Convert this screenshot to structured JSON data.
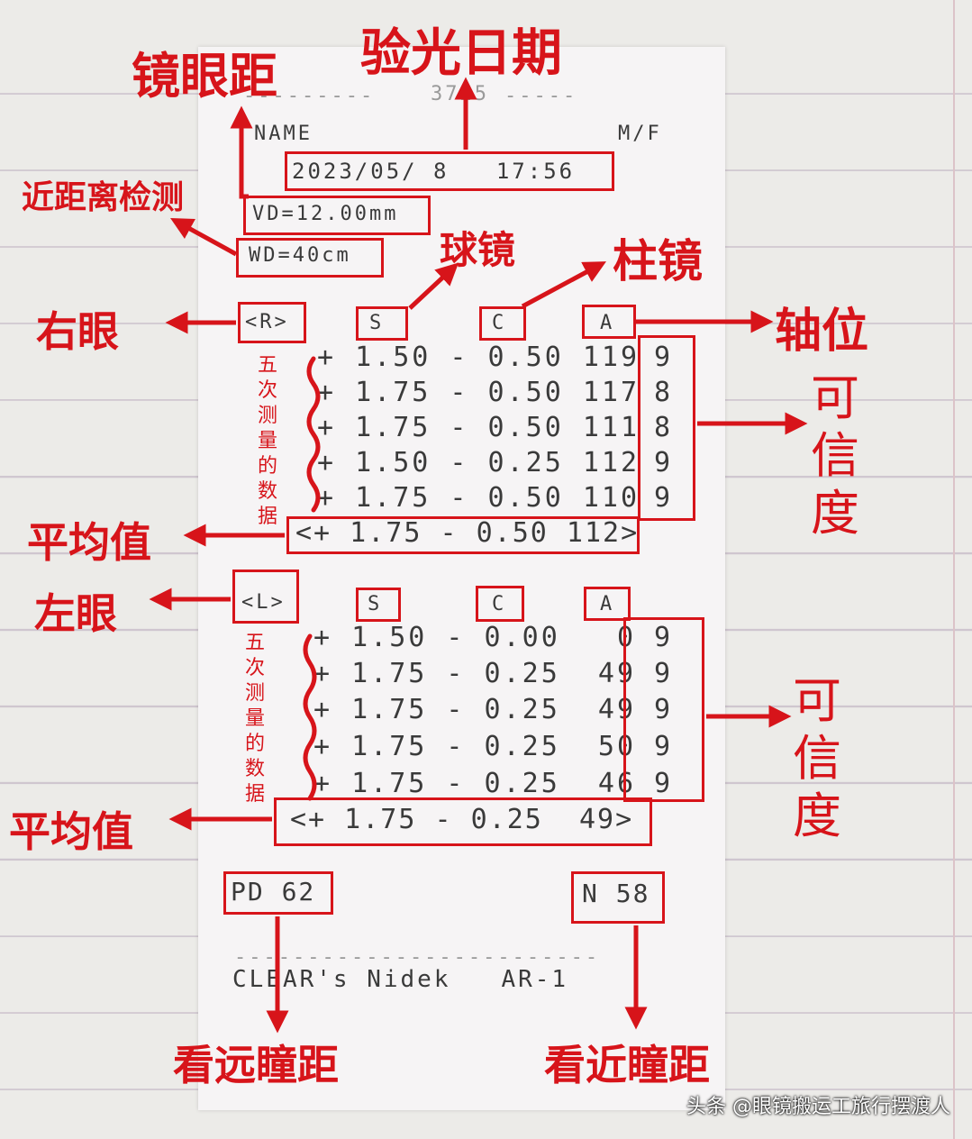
{
  "receipt": {
    "number": "3725",
    "name_label": "NAME",
    "mf_label": "M/F",
    "datetime": "2023/05/ 8   17:56",
    "vd": "VD=12.00mm",
    "wd": "WD=40cm",
    "right": {
      "tag": "<R>",
      "headers": {
        "s": "S",
        "c": "C",
        "a": "A"
      },
      "rows": [
        "+ 1.50 - 0.50 119",
        "+ 1.75 - 0.50 117",
        "+ 1.75 - 0.50 111",
        "+ 1.50 - 0.25 112",
        "+ 1.75 - 0.50 110"
      ],
      "confidence": [
        "9",
        "8",
        "8",
        "9",
        "9"
      ],
      "average": "<+ 1.75 - 0.50 112>"
    },
    "left": {
      "tag": "<L>",
      "headers": {
        "s": "S",
        "c": "C",
        "a": "A"
      },
      "rows": [
        "+ 1.50 - 0.00   0",
        "+ 1.75 - 0.25  49",
        "+ 1.75 - 0.25  49",
        "+ 1.75 - 0.25  50",
        "+ 1.75 - 0.25  46"
      ],
      "confidence": [
        "9",
        "9",
        "9",
        "9",
        "9"
      ],
      "average": "<+ 1.75 - 0.25  49>"
    },
    "pd": "PD 62",
    "n": "N 58",
    "footer": "CLEAR's Nidek   AR-1"
  },
  "annotations": {
    "exam_date": "验光日期",
    "vertex_distance": "镜眼距",
    "near_test": "近距离检测",
    "sphere": "球镜",
    "cylinder": "柱镜",
    "axis": "轴位",
    "right_eye": "右眼",
    "left_eye": "左眼",
    "five_measurements": "五次测量的数据",
    "confidence": "可信度",
    "average": "平均值",
    "far_pd": "看远瞳距",
    "near_pd": "看近瞳距"
  },
  "watermark": "头条 @眼镜搬运工旅行摆渡人",
  "colors": {
    "annotation": "#d7141a",
    "print": "#3a3a3a",
    "paper": "#f6f4f5"
  }
}
